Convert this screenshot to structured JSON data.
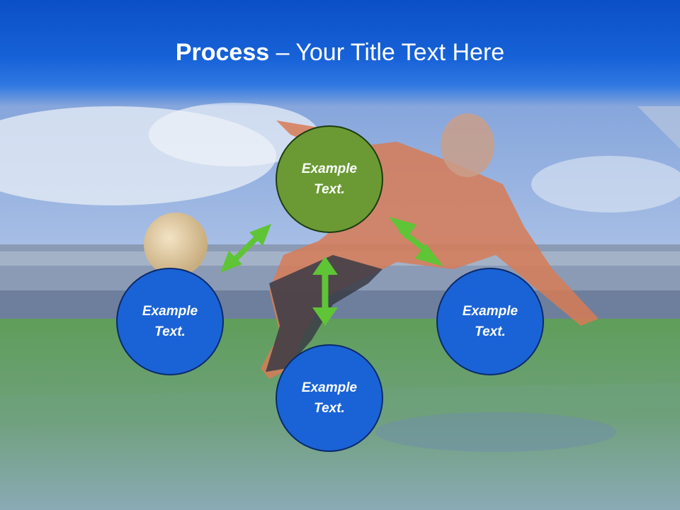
{
  "slide": {
    "title_bold": "Process",
    "title_rest": " – Your Title Text Here"
  },
  "nodes": {
    "top": "Example Text.",
    "left": "Example Text.",
    "right": "Example Text.",
    "bottom": "Example Text."
  },
  "colors": {
    "title_bar": "#1762d8",
    "node_green": "#6b9a34",
    "node_blue": "#1a63d6",
    "arrow": "#5fc436"
  },
  "icons": [
    "double-arrow-icon"
  ]
}
